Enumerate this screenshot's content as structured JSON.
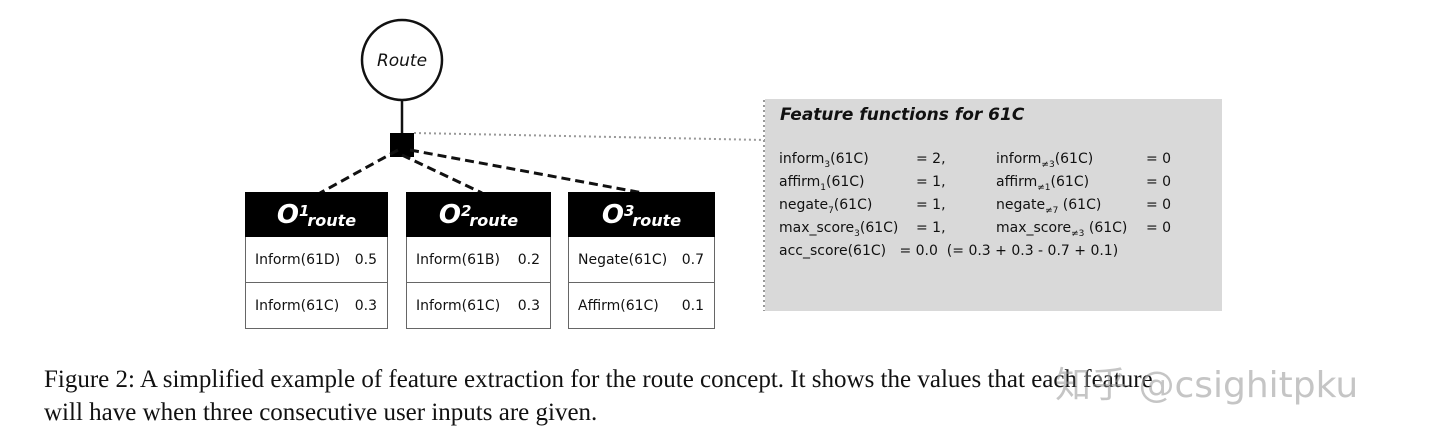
{
  "route_node": {
    "label": "Route"
  },
  "observations": [
    {
      "o": "O",
      "sup": "1",
      "sub": "route",
      "rows": [
        {
          "label": "Inform(61D)",
          "value": "0.5"
        },
        {
          "label": "Inform(61C)",
          "value": "0.3"
        }
      ]
    },
    {
      "o": "O",
      "sup": "2",
      "sub": "route",
      "rows": [
        {
          "label": "Inform(61B)",
          "value": "0.2"
        },
        {
          "label": "Inform(61C)",
          "value": "0.3"
        }
      ]
    },
    {
      "o": "O",
      "sup": "3",
      "sub": "route",
      "rows": [
        {
          "label": "Negate(61C)",
          "value": "0.7"
        },
        {
          "label": "Affirm(61C)",
          "value": "0.1"
        }
      ]
    }
  ],
  "feature_box": {
    "title": "Feature functions for 61C",
    "rows": [
      {
        "a_name": "inform",
        "a_sub": "3",
        "a_arg": "(61C)",
        "a_val": "= 2,",
        "b_name": "inform",
        "b_sub": "≠3",
        "b_arg": "(61C)",
        "b_val": "= 0"
      },
      {
        "a_name": "affirm",
        "a_sub": "1",
        "a_arg": "(61C)",
        "a_val": "= 1,",
        "b_name": "affirm",
        "b_sub": "≠1",
        "b_arg": "(61C)",
        "b_val": "= 0"
      },
      {
        "a_name": "negate",
        "a_sub": "7",
        "a_arg": "(61C)",
        "a_val": "= 1,",
        "b_name": "negate",
        "b_sub": "≠7",
        "b_arg": " (61C)",
        "b_val": "= 0"
      },
      {
        "a_name": "max_score",
        "a_sub": "3",
        "a_arg": "(61C)",
        "a_val": "= 1,",
        "b_name": "max_score",
        "b_sub": "≠3",
        "b_arg": " (61C)",
        "b_val": "= 0"
      }
    ],
    "acc_line": "acc_score(61C)   = 0.0  (= 0.3 + 0.3 - 0.7 + 0.1)"
  },
  "caption": {
    "line1": "Figure 2: A simplified example of feature extraction for the route concept. It shows the values that each feature",
    "line2": "will have when three consecutive user inputs are given."
  },
  "watermark": "知乎 @csighitpku"
}
